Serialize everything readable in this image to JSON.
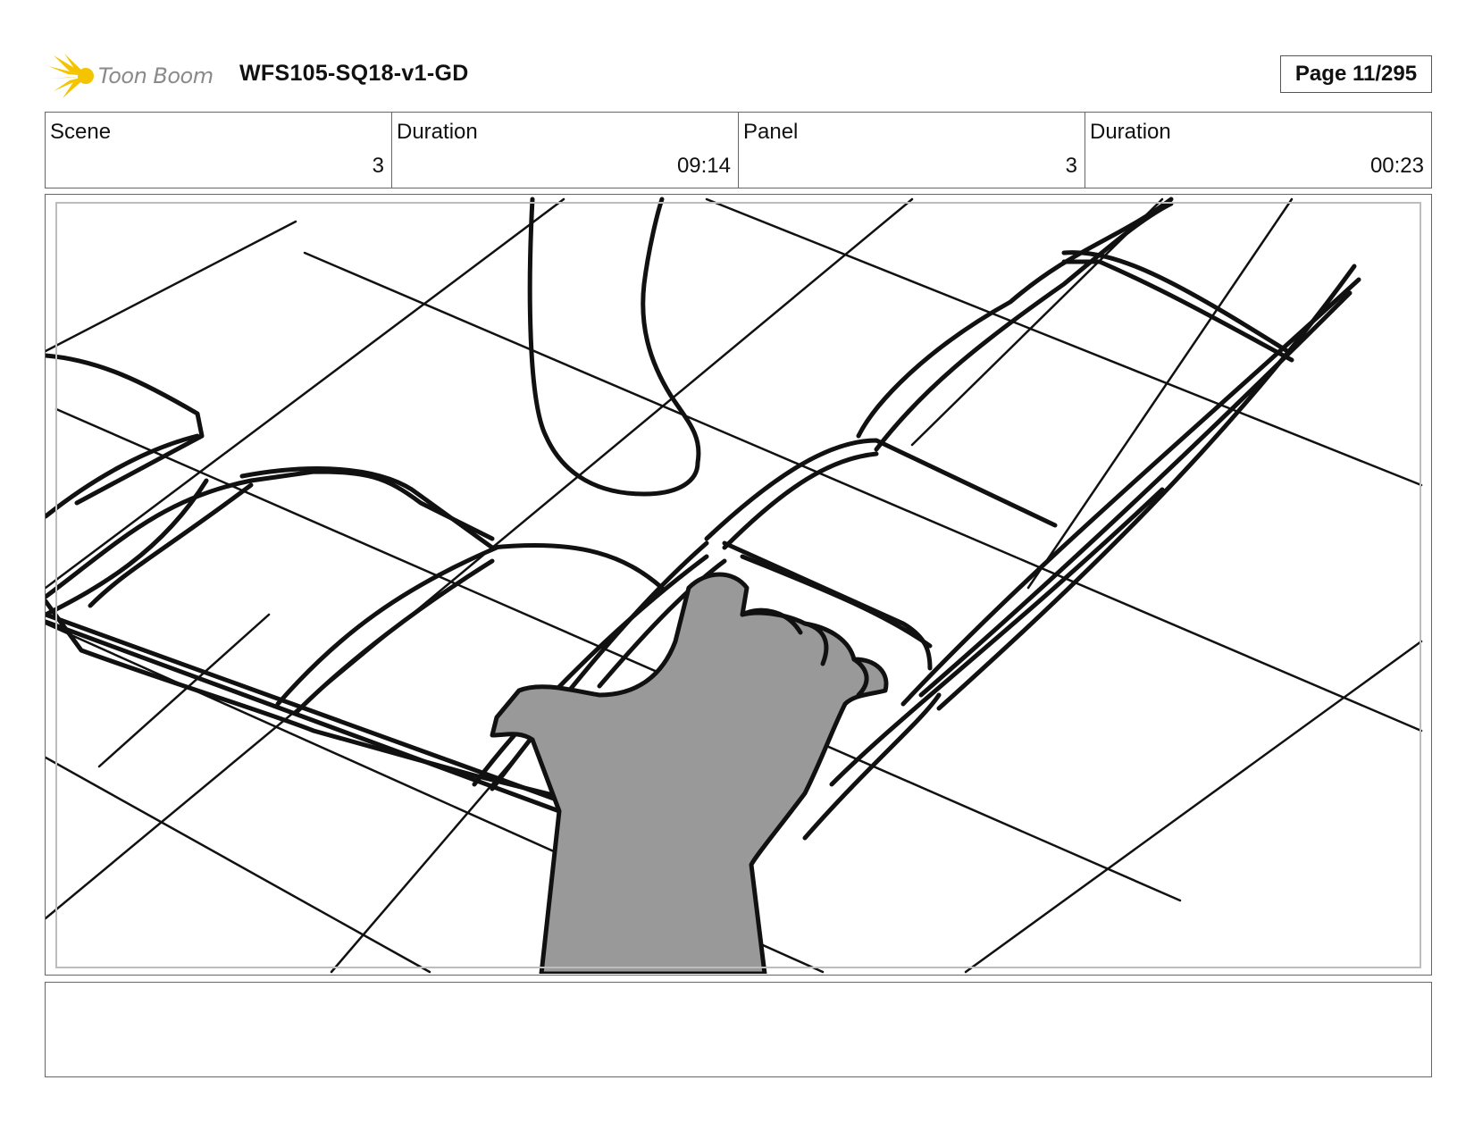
{
  "header": {
    "brand": "Toon Boom",
    "title": "WFS105-SQ18-v1-GD",
    "page_label": "Page",
    "page_value": "11/295"
  },
  "info": {
    "scene_label": "Scene",
    "scene_value": "3",
    "scene_duration_label": "Duration",
    "scene_duration_value": "09:14",
    "panel_label": "Panel",
    "panel_value": "3",
    "panel_duration_label": "Duration",
    "panel_duration_value": "00:23"
  },
  "colors": {
    "logo_yellow": "#f5c400",
    "ink": "#111111",
    "hand_fill": "#999999"
  }
}
